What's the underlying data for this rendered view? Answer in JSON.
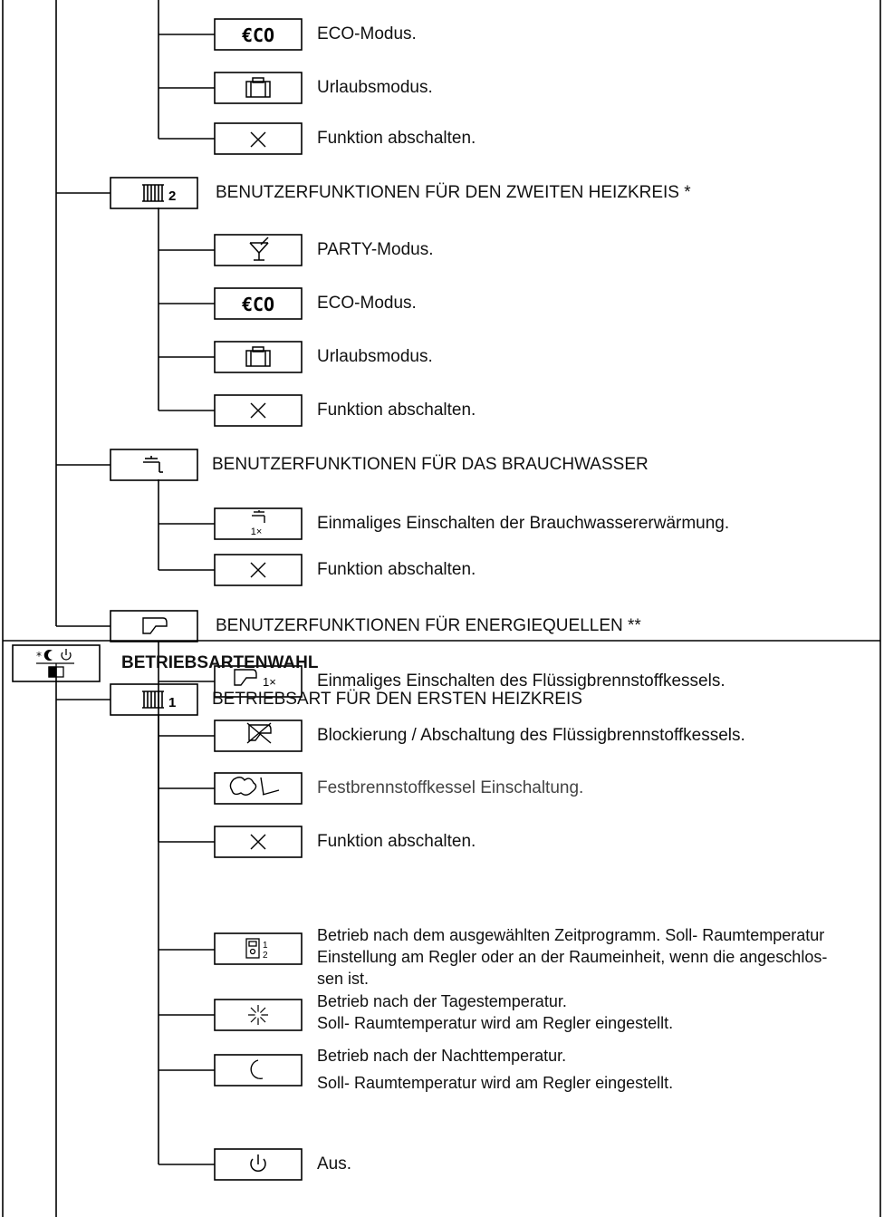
{
  "rows": {
    "eco1": "ECO-Modus.",
    "vacation1": "Urlaubsmodus.",
    "off1": "Funktion abschalten.",
    "hc2_title": "BENUTZERFUNKTIONEN FÜR DEN ZWEITEN HEIZKREIS *",
    "party2": "PARTY-Modus.",
    "eco2": "ECO-Modus.",
    "vacation2": "Urlaubsmodus.",
    "off2": "Funktion abschalten.",
    "dhw_title": "BENUTZERFUNKTIONEN FÜR DAS BRAUCHWASSER",
    "dhw_once": "Einmaliges Einschalten der Brauchwassererwärmung.",
    "off3": "Funktion abschalten.",
    "energy_title": "BENUTZERFUNKTIONEN FÜR ENERGIEQUELLEN **",
    "boiler_once": "Einmaliges Einschalten des Flüssigbrennstoffkessels.",
    "boiler_block": "Blockierung / Abschaltung des Flüssigbrennstoffkessels.",
    "solid_on": "Festbrennstoffkessel Einschaltung.",
    "off4": "Funktion abschalten.",
    "mode_title": "BETRIEBSARTENWAHL",
    "hc1_mode_title": "BETRIEBSART FÜR DEN ERSTEN HEIZKREIS",
    "prog_line1": "Betrieb nach dem ausgewählten Zeitprogramm.  Soll- Raumtemperatur",
    "prog_line2": "Einstellung am Regler oder an der Raumeinheit, wenn die angeschlos-",
    "prog_line3": "sen ist.",
    "day_line1": "Betrieb nach der Tagestemperatur.",
    "day_line2": "Soll- Raumtemperatur wird am Regler eingestellt.",
    "night_line1": "Betrieb nach der Nachttemperatur.",
    "night_line2": "Soll- Raumtemperatur wird am Regler eingestellt.",
    "off_mode": "Aus."
  },
  "icons": {
    "eco_text": "€CO",
    "hc2_num": "2",
    "hc1_num": "1",
    "once_text": "1×",
    "prog_text": "1\n2"
  }
}
